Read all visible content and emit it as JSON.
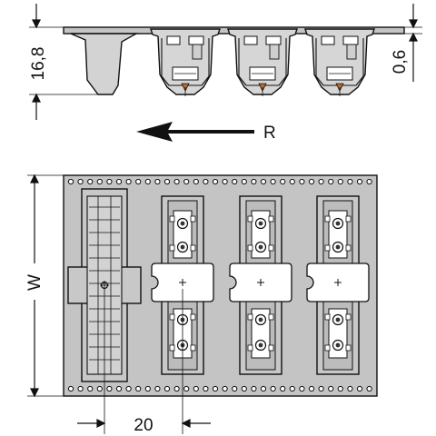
{
  "dimensions": {
    "height": "16,8",
    "offset": "0,6",
    "width": "W",
    "pitch": "20"
  },
  "direction": {
    "label": "R"
  },
  "colors": {
    "tape": "#c4c4c4",
    "part": "#d6d6d6",
    "line": "#111111",
    "label": "#ffffff"
  }
}
